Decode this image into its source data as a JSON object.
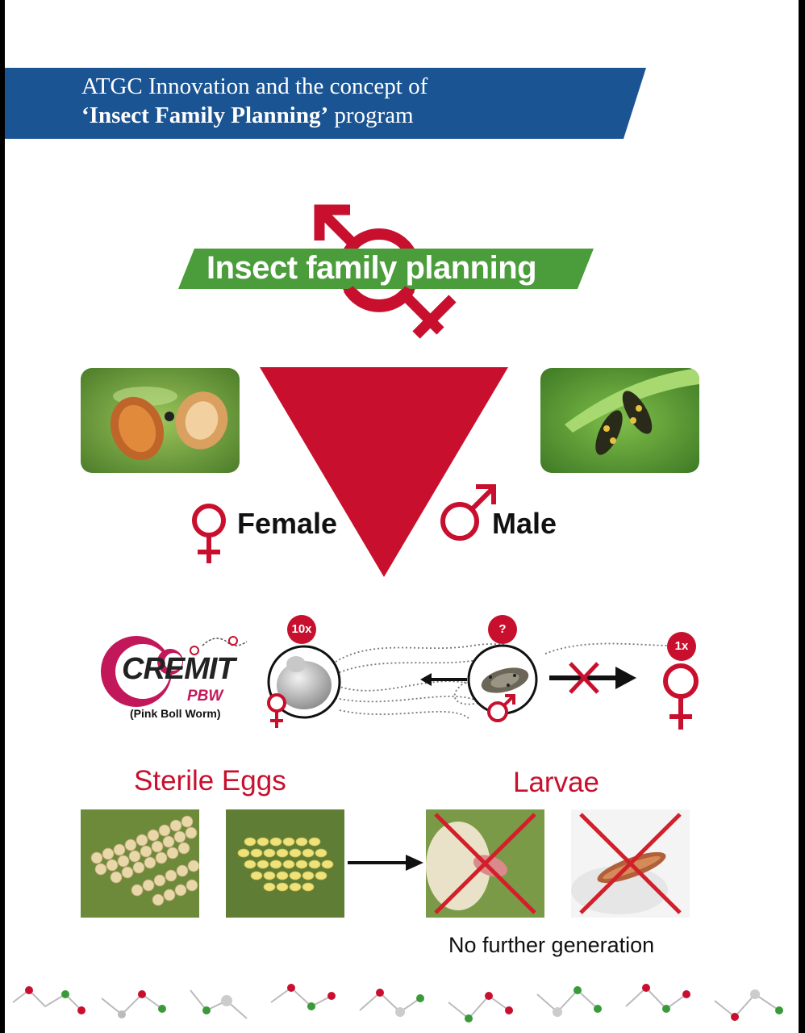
{
  "banner": {
    "line1": "ATGC Innovation and the concept of",
    "line2_bold": "‘Insect Family Planning’",
    "line2_rest": "program",
    "color": "#1a5493"
  },
  "title": {
    "text": "Insect family planning",
    "ribbon_color": "#4a9d3a",
    "accent_color": "#c8102e"
  },
  "sexes": {
    "female_label": "Female",
    "male_label": "Male"
  },
  "diagram": {
    "brand": "CREMIT",
    "brand_sub": "PBW",
    "brand_note": "(Pink Boll Worm)",
    "badge_10x": "10x",
    "badge_question": "?",
    "badge_1x": "1x"
  },
  "bottom": {
    "sterile_eggs": "Sterile Eggs",
    "larvae": "Larvae",
    "no_further": "No further generation"
  }
}
